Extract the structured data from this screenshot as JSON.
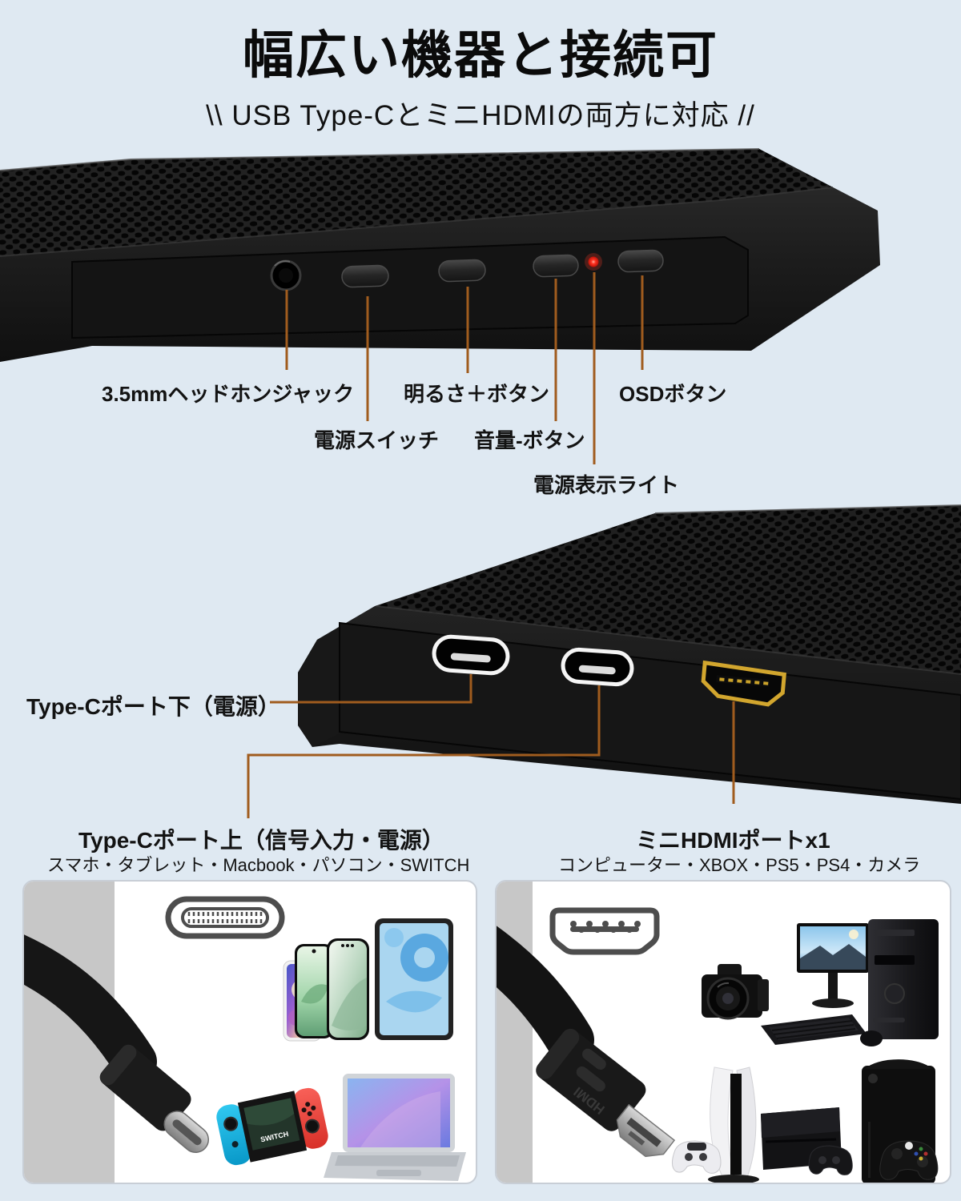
{
  "background": "#dfe9f2",
  "accent_line_color": "#a05c1e",
  "header": {
    "title": "幅広い機器と接続可",
    "subtitle": "\\\\ USB Type-CとミニHDMIの両方に対応 //"
  },
  "top_edge_callouts": {
    "headphone_jack": "3.5mmヘッドホンジャック",
    "power_switch": "電源スイッチ",
    "brightness_up": "明るさ＋ボタン",
    "volume_down": "音量-ボタン",
    "osd": "OSDボタン",
    "power_led": "電源表示ライト"
  },
  "port_callouts": {
    "typec_lower": "Type-Cポート下（電源）",
    "typec_upper": "Type-Cポート上（信号入力・電源）",
    "typec_upper_devices": "スマホ・タブレット・Macbook・パソコン・SWITCH",
    "mini_hdmi": "ミニHDMIポートx1",
    "mini_hdmi_devices": "コンピューター・XBOX・PS5・PS4・カメラ"
  },
  "panels": {
    "usb_c": {
      "icon": "usb-c-port-icon",
      "switch_logo_text": "SWITCH"
    },
    "hdmi": {
      "icon": "hdmi-port-icon",
      "plug_text": "HDMI"
    }
  },
  "status_colors": {
    "power_led": "#e8261d",
    "hdmi_gold": "#d2a62e"
  }
}
